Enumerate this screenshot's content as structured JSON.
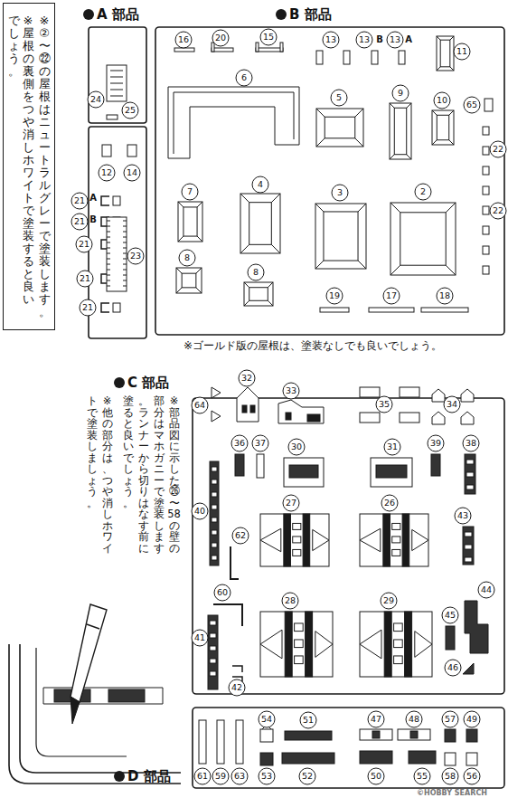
{
  "diagram": {
    "nodes": [
      {
        "text": [
          "※②〜㉒の屋根はニュートラルグレーで塗装します。",
          "※屋根の裏側をつや消しホワイトで塗装すると良いでしょう。"
        ]
      }
    ],
    "labels": [
      "A 部品",
      "B 部品",
      "C 部品",
      "D 部品",
      "24",
      "25",
      "12",
      "14",
      "21",
      "A",
      "21",
      "B",
      "21",
      "21",
      "21",
      "23",
      "16",
      "20",
      "15",
      "13",
      "13",
      "B",
      "13",
      "A",
      "11",
      "6",
      "5",
      "9",
      "10",
      "65",
      "22",
      "22",
      "7",
      "4",
      "3",
      "2",
      "8",
      "8",
      "19",
      "17",
      "18",
      "※ゴールド版の屋根は、塗装なしでも良いでしょう。",
      "※部品図に示した㉖〜58の壁の部分はマホガニーで塗装します。ランナーから切りはなす前に塗ると良いでしょう。",
      "※他の部分は、つや消しホワイトで塗装しましょう。",
      "32",
      "33",
      "64",
      "35",
      "34",
      "36",
      "37",
      "30",
      "31",
      "39",
      "38",
      "40",
      "27",
      "26",
      "62",
      "43",
      "60",
      "41",
      "28",
      "29",
      "45",
      "44",
      "42",
      "46",
      "54",
      "51",
      "47",
      "48",
      "57",
      "49",
      "61",
      "59",
      "63",
      "53",
      "52",
      "50",
      "55",
      "58",
      "56",
      "©HOBBY SEARCH"
    ]
  }
}
